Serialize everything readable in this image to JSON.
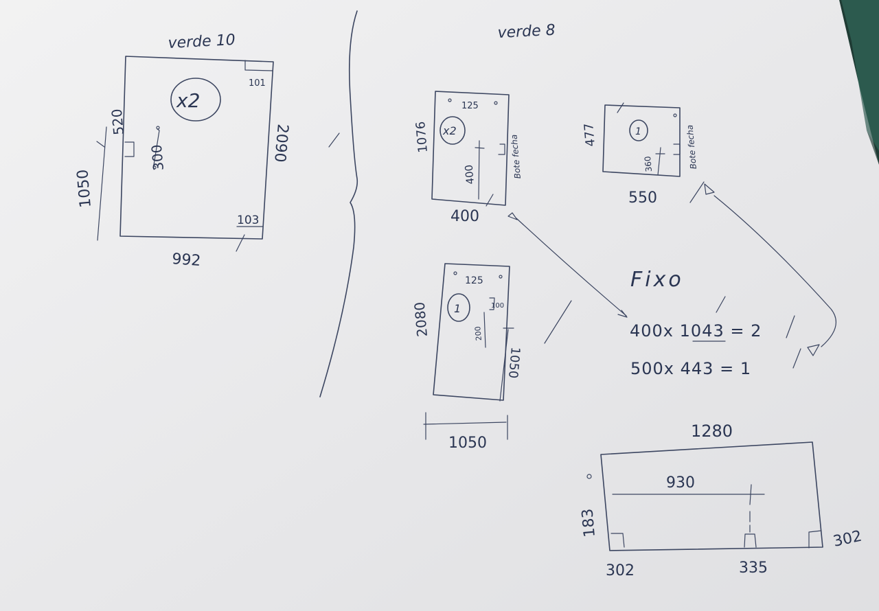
{
  "sheet": {
    "left_title": "verde 10",
    "right_title": "verde 8"
  },
  "left_panel": {
    "qty": "x2",
    "dim_left": "1050",
    "dim_upper_left": "520",
    "dim_right": "2090",
    "dim_bottom": "992",
    "dim_hole_spacing": "300",
    "corner_top": "101",
    "corner_bottom": "103"
  },
  "piece_a": {
    "qty": "x2",
    "dim_height": "1076",
    "dim_top": "125",
    "dim_inner": "400",
    "dim_bottom": "400",
    "edge_note": "Bote fecha"
  },
  "piece_b": {
    "qty": "1",
    "dim_height": "477",
    "dim_inner": "360",
    "dim_bottom": "550",
    "edge_note": "Bote fecha"
  },
  "piece_c": {
    "qty": "1",
    "dim_height": "2080",
    "dim_top": "125",
    "dim_side": "100",
    "dim_inner": "200",
    "dim_right": "1050",
    "dim_bottom": "1050"
  },
  "fixo": {
    "title": "Fixo",
    "line1": "400x 1043 = 2",
    "line2": "500x 443 = 1"
  },
  "bottom_panel": {
    "dim_top": "1280",
    "dim_inner": "930",
    "dim_left": "183",
    "dim_bottom_left": "302",
    "dim_bottom_mid": "335",
    "dim_right": "302"
  }
}
